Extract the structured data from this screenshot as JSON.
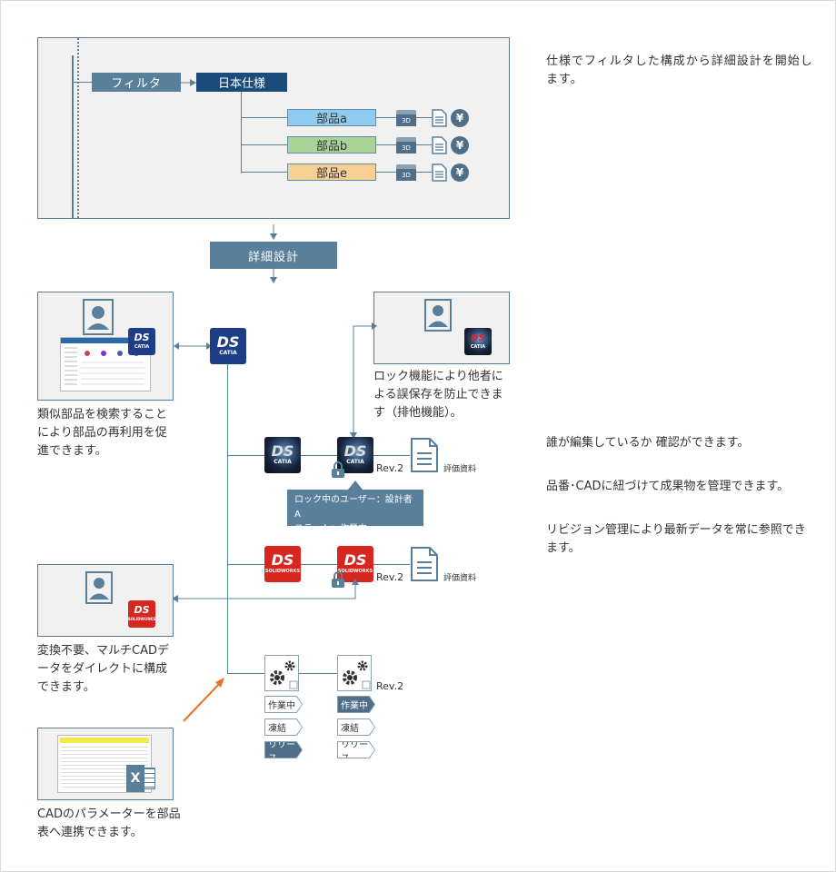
{
  "top": {
    "filter_label": "フィルタ",
    "spec_label": "日本仕様",
    "parts": [
      {
        "label": "部品a",
        "color": "#8ecbf0"
      },
      {
        "label": "部品b",
        "color": "#a8d49a"
      },
      {
        "label": "部品e",
        "color": "#f8cf93"
      }
    ],
    "badge_3d": "3D",
    "yen": "¥"
  },
  "detail_design_label": "詳細設計",
  "notes": {
    "filter_note": "仕様でフィルタした構成から詳細設計を開始します。",
    "similar_note": "類似部品を検索することにより部品の再利用を促進できます。",
    "lock_note": "ロック機能により他者による誤保存を防止できます（排他機能）。",
    "multicad_note": "変換不要、マルチCADデータをダイレクトに構成できます。",
    "param_note": "CADのパラメーターを部品表へ連携できます。",
    "right_note_1": "誰が編集しているか 確認ができます。",
    "right_note_2": "品番･CADに紐づけて成果物を管理できます。",
    "right_note_3": "リビジョン管理により最新データを常に参照できます。"
  },
  "logos": {
    "catia": "CATIA",
    "solidworks": "SOLIDWORKS",
    "ds": "DS"
  },
  "revisions": {
    "rev": "Rev.2"
  },
  "doc_label": "評価資料",
  "tooltip": {
    "line1": "ロック中のユーザー：設計者A",
    "line2": "ステート：作業中"
  },
  "states": [
    "作業中",
    "凍結",
    "リリース"
  ],
  "excel_letter": "X",
  "colors": {
    "accent": "#5a7f9b",
    "navy": "#1b4b7a",
    "orange": "#e8731e",
    "solidworks": "#d6261f"
  }
}
